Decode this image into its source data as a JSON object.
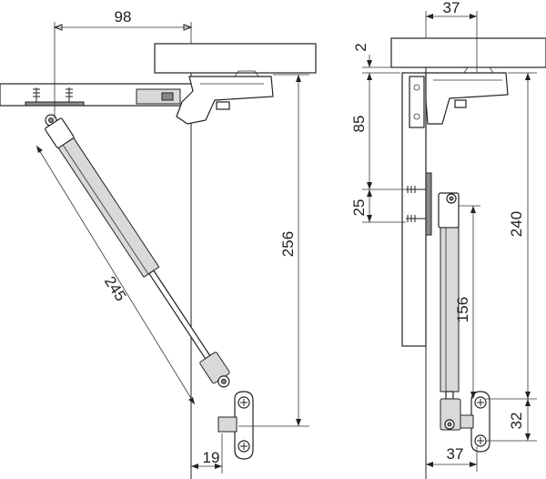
{
  "dimensions": {
    "left_top_width": "98",
    "left_strut_length": "245",
    "left_height": "256",
    "left_bottom_offset": "19",
    "right_top_width": "37",
    "right_top_gap": "2",
    "right_offset_85": "85",
    "right_offset_25": "25",
    "right_height": "240",
    "right_strut_length": "156",
    "right_bracket_height": "32",
    "right_bottom_width": "37"
  },
  "colors": {
    "line": "#222222",
    "part_fill": "#d9d9d9",
    "background": "#ffffff"
  }
}
